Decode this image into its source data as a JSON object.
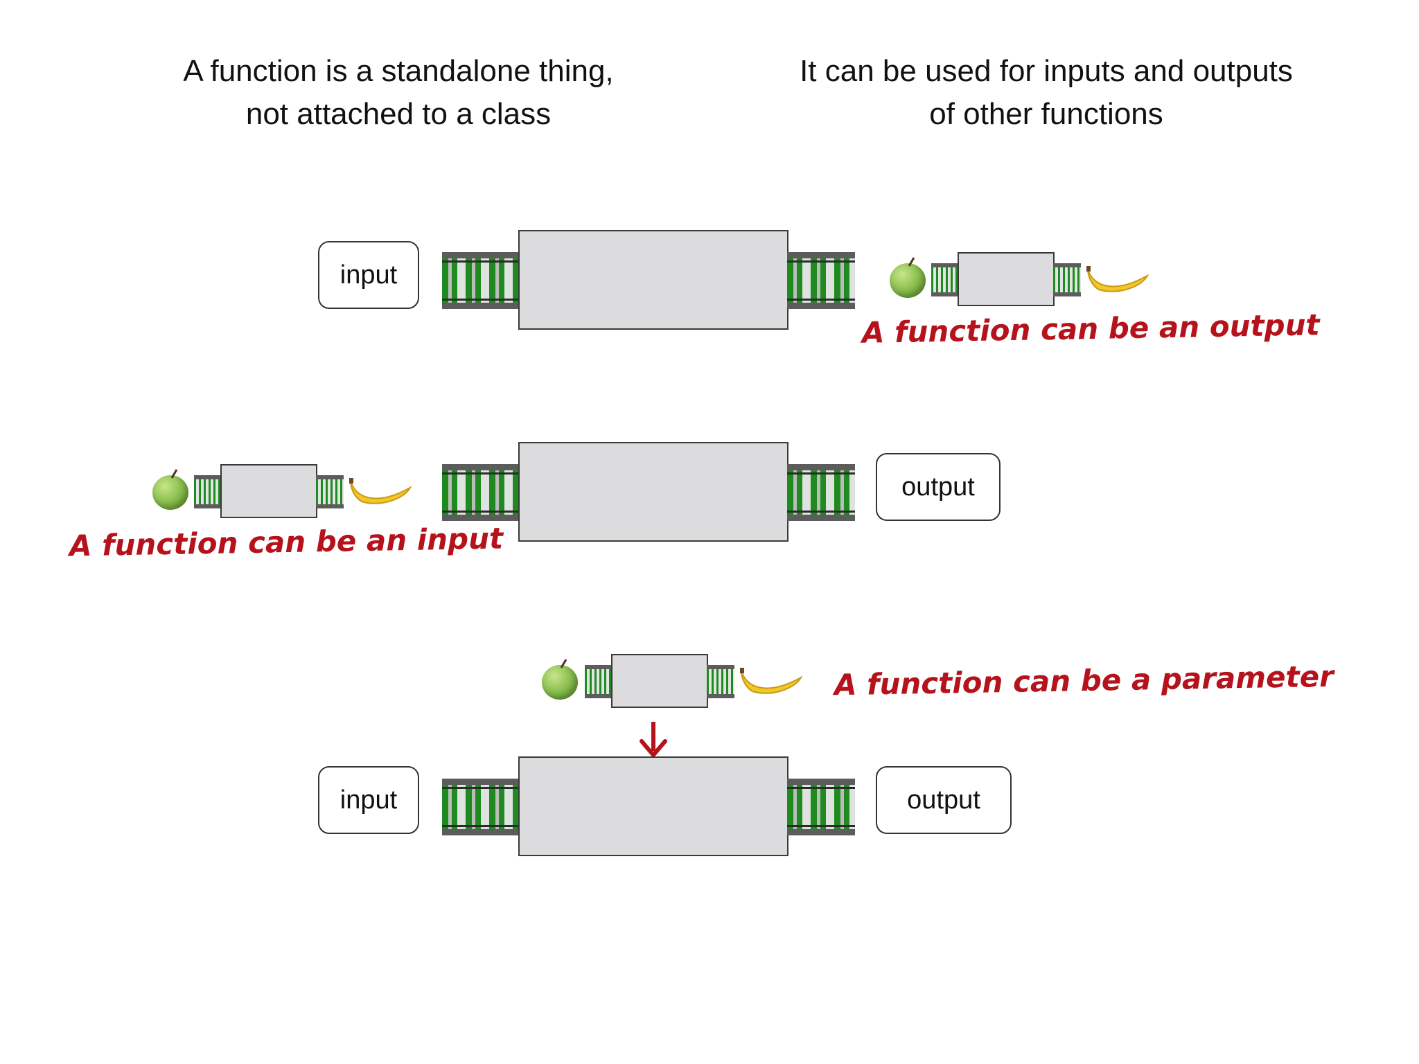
{
  "headlines": {
    "left": {
      "line1": "A function is a standalone thing,",
      "line2": "not attached to a class"
    },
    "right": {
      "line1": "It can be used for inputs and outputs",
      "line2": "of other functions"
    }
  },
  "rows": {
    "row1": {
      "input_label": "input",
      "note": "A function can be an output"
    },
    "row2": {
      "output_label": "output",
      "note": "A function can be an input"
    },
    "row3": {
      "input_label": "input",
      "output_label": "output",
      "note": "A function can be a parameter"
    }
  },
  "colors": {
    "note_red": "#b5121b",
    "box_fill": "#dcdbdd",
    "track_green": "#1f8a1f"
  },
  "icons": [
    "apple-icon",
    "banana-icon",
    "down-arrow-icon"
  ]
}
